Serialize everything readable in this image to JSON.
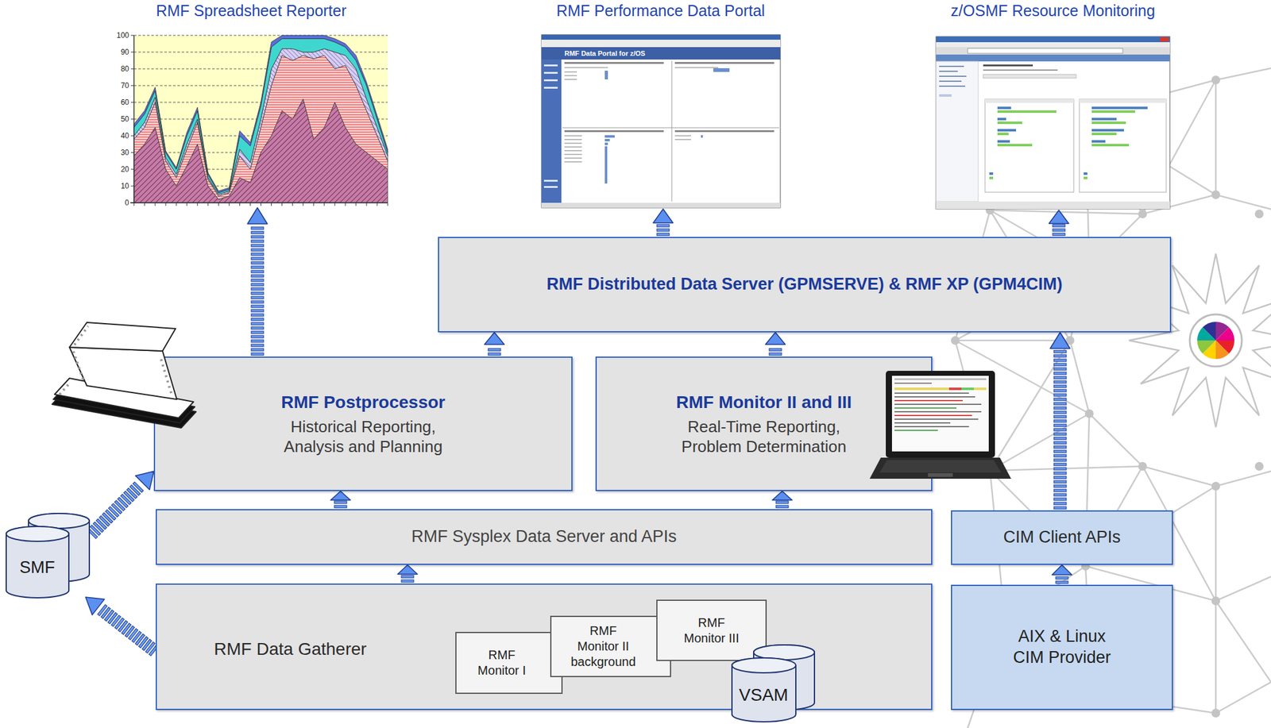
{
  "diagram": {
    "nodes": [
      {
        "text": [
          "RMF Spreadsheet Reporter"
        ]
      },
      {
        "text": [
          "RMF Performance Data Portal"
        ]
      },
      {
        "text": [
          "z/OSMF Resource Monitoring"
        ]
      },
      {
        "text": [
          "RMF Distributed Data Server (GPMSERVE) & RMF XP (GPM4CIM)"
        ]
      },
      {
        "text": [
          "RMF Postprocessor",
          "Historical Reporting, Analysis and Planning"
        ]
      },
      {
        "text": [
          "RMF Monitor II and III",
          "Real-Time Reporting, Problem Determination"
        ]
      },
      {
        "text": [
          "RMF Sysplex Data Server and APIs"
        ]
      },
      {
        "text": [
          "CIM Client APIs"
        ]
      },
      {
        "text": [
          "SMF"
        ]
      },
      {
        "text": [
          "RMF Data Gatherer"
        ]
      },
      {
        "text": [
          "RMF Monitor I"
        ],
        "in": 9
      },
      {
        "text": [
          "RMF Monitor II background"
        ],
        "in": 9
      },
      {
        "text": [
          "RMF Monitor III"
        ],
        "in": 9
      },
      {
        "text": [
          "VSAM"
        ],
        "in": 9
      },
      {
        "text": [
          "AIX & Linux CIM Provider"
        ]
      }
    ],
    "edges": [
      {
        "from": 4,
        "to": 0,
        "arrow": "to"
      },
      {
        "from": 3,
        "to": 1,
        "arrow": "to"
      },
      {
        "from": 3,
        "to": 2,
        "arrow": "to"
      },
      {
        "from": 4,
        "to": 3,
        "arrow": "to"
      },
      {
        "from": 5,
        "to": 3,
        "arrow": "to"
      },
      {
        "from": 7,
        "to": 3,
        "arrow": "to"
      },
      {
        "from": 6,
        "to": 4,
        "arrow": "to"
      },
      {
        "from": 6,
        "to": 5,
        "arrow": "to"
      },
      {
        "from": 14,
        "to": 7,
        "arrow": "to"
      },
      {
        "from": 9,
        "to": 6,
        "arrow": "to"
      },
      {
        "from": 9,
        "to": 8,
        "arrow": "to"
      },
      {
        "from": 8,
        "to": 4,
        "arrow": "to"
      }
    ],
    "labels": [
      "100",
      "90",
      "80",
      "70",
      "60",
      "50",
      "40",
      "30",
      "20",
      "10",
      "0",
      "RMF Data Portal for z/OS"
    ]
  }
}
